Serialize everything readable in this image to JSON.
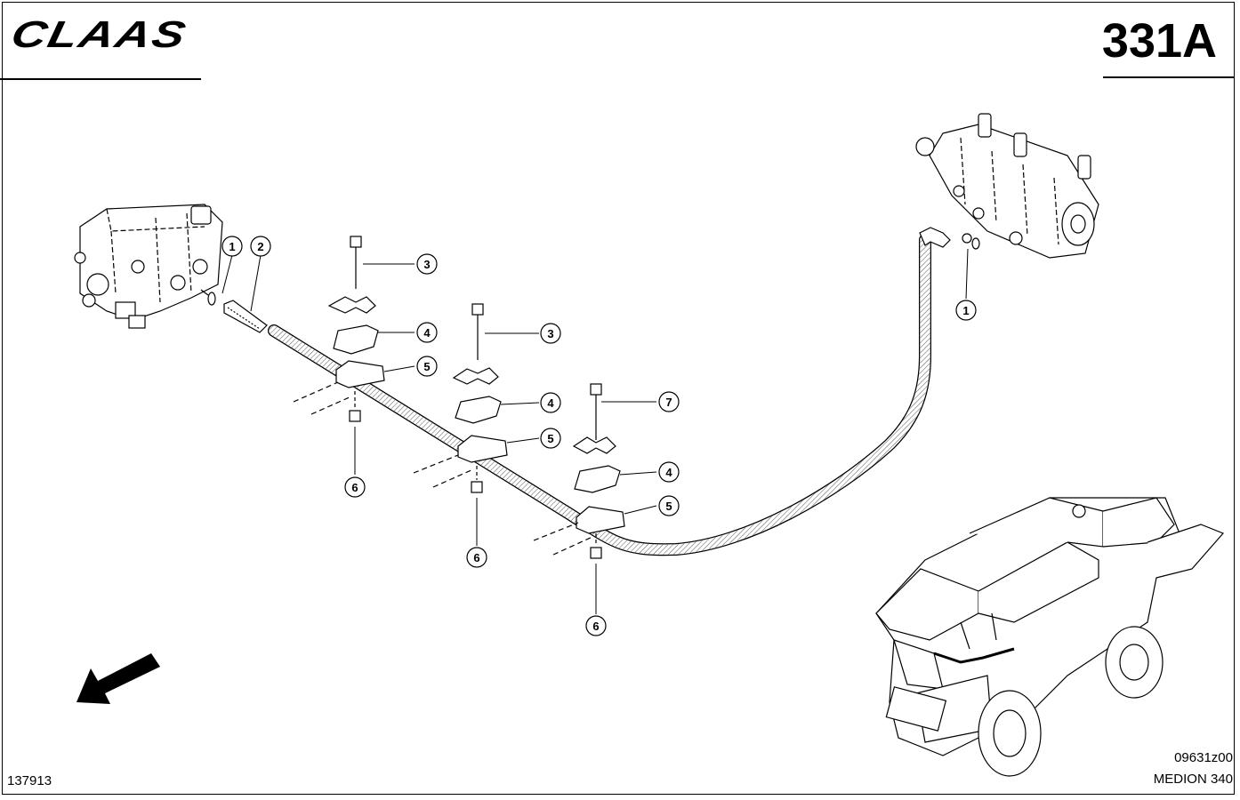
{
  "header": {
    "brand": "CLAAS",
    "page_number": "331A"
  },
  "footer": {
    "doc_number": "137913",
    "drawing_code": "09631z00",
    "model": "MEDION 340"
  },
  "callouts": [
    {
      "id": "callout-1a",
      "label": "1"
    },
    {
      "id": "callout-2",
      "label": "2"
    },
    {
      "id": "callout-3a",
      "label": "3"
    },
    {
      "id": "callout-4a",
      "label": "4"
    },
    {
      "id": "callout-5a",
      "label": "5"
    },
    {
      "id": "callout-6a",
      "label": "6"
    },
    {
      "id": "callout-3b",
      "label": "3"
    },
    {
      "id": "callout-4b",
      "label": "4"
    },
    {
      "id": "callout-5b",
      "label": "5"
    },
    {
      "id": "callout-6b",
      "label": "6"
    },
    {
      "id": "callout-7",
      "label": "7"
    },
    {
      "id": "callout-4c",
      "label": "4"
    },
    {
      "id": "callout-5c",
      "label": "5"
    },
    {
      "id": "callout-6c",
      "label": "6"
    },
    {
      "id": "callout-1b",
      "label": "1"
    }
  ]
}
